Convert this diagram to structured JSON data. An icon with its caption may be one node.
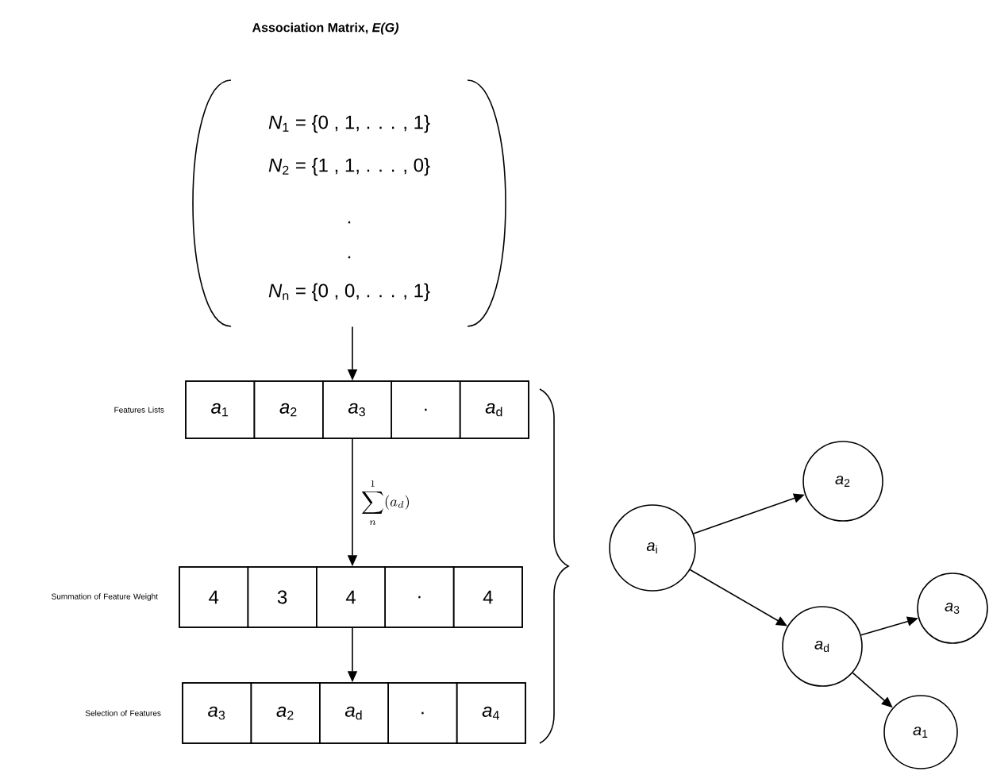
{
  "diagram": {
    "title": "Association Matrix, *E(G)*",
    "nodes": [
      {
        "text": [
          "*N*$_{1}$ = {0 , 1, . . . , 1}",
          "*N*$_{2}$ = {1 , 1, . . . , 0}",
          ".",
          ".",
          "*N*$_{n}$ = {0 , 0, . . . , 1}"
        ]
      },
      {
        "text": [
          "Features Lists"
        ]
      },
      {
        "text": [
          "*a*$_{1}$"
        ],
        "in": 1
      },
      {
        "text": [
          "*a*$_{2}$"
        ],
        "in": 1
      },
      {
        "text": [
          "*a*$_{3}$"
        ],
        "in": 1
      },
      {
        "text": [
          "."
        ],
        "in": 1
      },
      {
        "text": [
          "*a*$_{d}$"
        ],
        "in": 1
      },
      {
        "text": [
          "Summation of Feature Weight"
        ]
      },
      {
        "text": [
          "4"
        ],
        "in": 7
      },
      {
        "text": [
          "3"
        ],
        "in": 7
      },
      {
        "text": [
          "4"
        ],
        "in": 7
      },
      {
        "text": [
          "."
        ],
        "in": 7
      },
      {
        "text": [
          "4"
        ],
        "in": 7
      },
      {
        "text": [
          "Selection of Features"
        ]
      },
      {
        "text": [
          "*a*$_{3}$"
        ],
        "in": 13
      },
      {
        "text": [
          "*a*$_{2}$"
        ],
        "in": 13
      },
      {
        "text": [
          "*a*$_{d}$"
        ],
        "in": 13
      },
      {
        "text": [
          "."
        ],
        "in": 13
      },
      {
        "text": [
          "*a*$_{4}$"
        ],
        "in": 13
      },
      {
        "text": [
          "*a*$_{i}$"
        ]
      },
      {
        "text": [
          "*a*$_{2}$"
        ]
      },
      {
        "text": [
          "*a*$_{d}$"
        ]
      },
      {
        "text": [
          "*a*$_{3}$"
        ]
      },
      {
        "text": [
          "*a*$_{1}$"
        ]
      }
    ],
    "edges": [
      {
        "from": 0,
        "to": 1,
        "arrow": "to"
      },
      {
        "from": 1,
        "to": 7,
        "arrow": "to",
        "label": "\\sum_{n}^{1}(a_d)"
      },
      {
        "from": 7,
        "to": 13,
        "arrow": "to"
      },
      {
        "from": 19,
        "to": 20,
        "arrow": "to"
      },
      {
        "from": 19,
        "to": 21,
        "arrow": "to"
      },
      {
        "from": 21,
        "to": 22,
        "arrow": "to"
      },
      {
        "from": 21,
        "to": 23,
        "arrow": "to"
      }
    ]
  }
}
